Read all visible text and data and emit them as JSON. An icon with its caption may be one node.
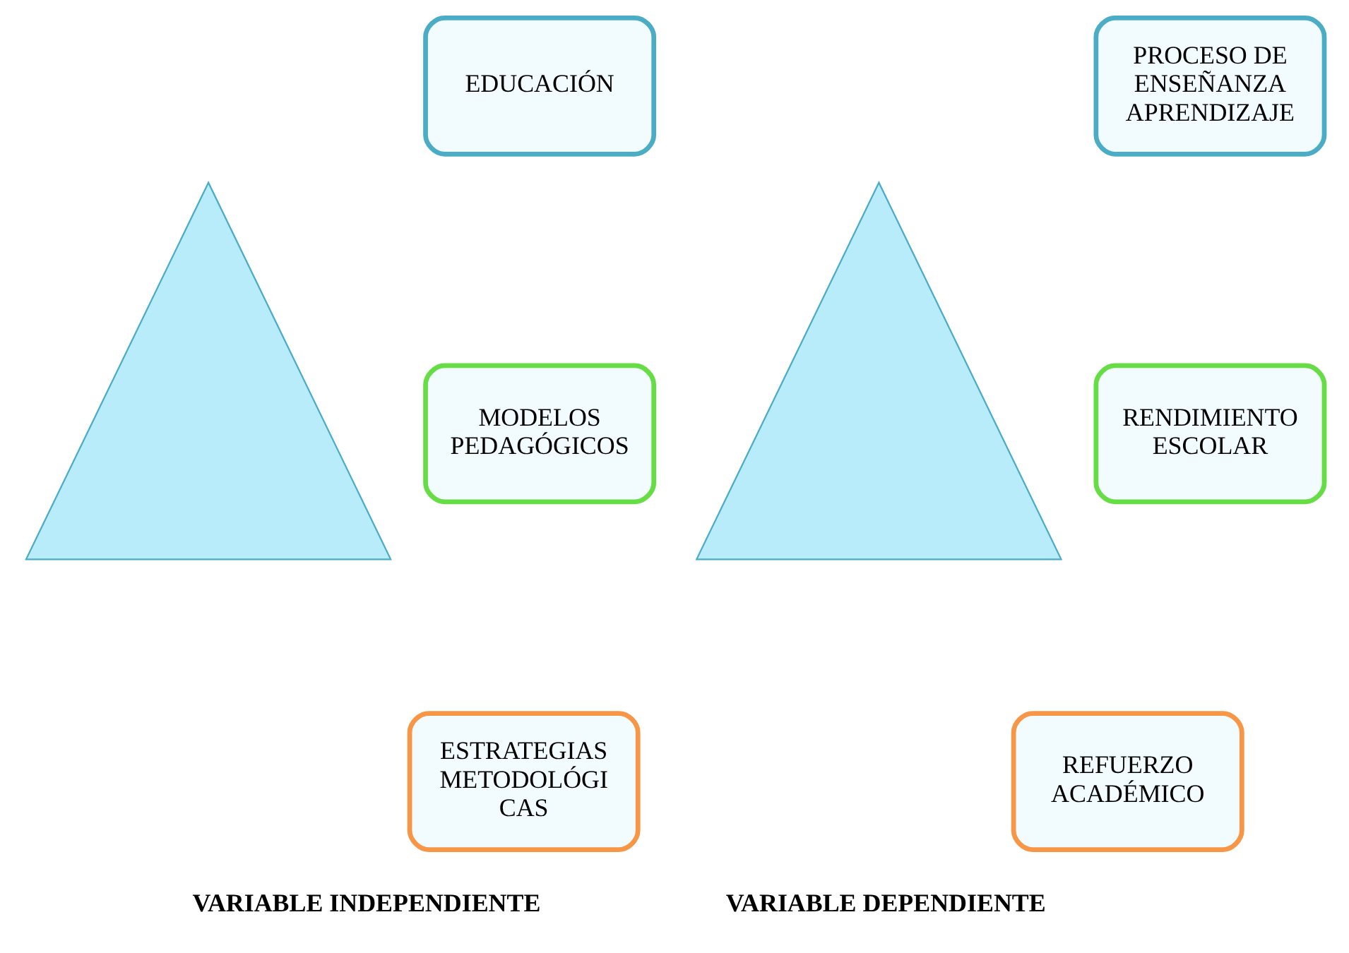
{
  "diagram": {
    "nodes": [
      {
        "text": [],
        "shape": "triangle"
      },
      {
        "text": [
          "EDUCACIÓN"
        ]
      },
      {
        "text": [
          "MODELOS PEDAGÓGICOS"
        ]
      },
      {
        "text": [
          "ESTRATEGIAS METODOLÓGI CAS"
        ]
      },
      {
        "text": [],
        "shape": "triangle"
      },
      {
        "text": [
          "PROCESO DE ENSEÑANZA APRENDIZAJE"
        ]
      },
      {
        "text": [
          "RENDIMIENTO ESCOLAR"
        ]
      },
      {
        "text": [
          "REFUERZO ACADÉMICO"
        ]
      }
    ],
    "labels": [
      "VARIABLE INDEPENDIENTE",
      "VARIABLE DEPENDIENTE"
    ]
  }
}
